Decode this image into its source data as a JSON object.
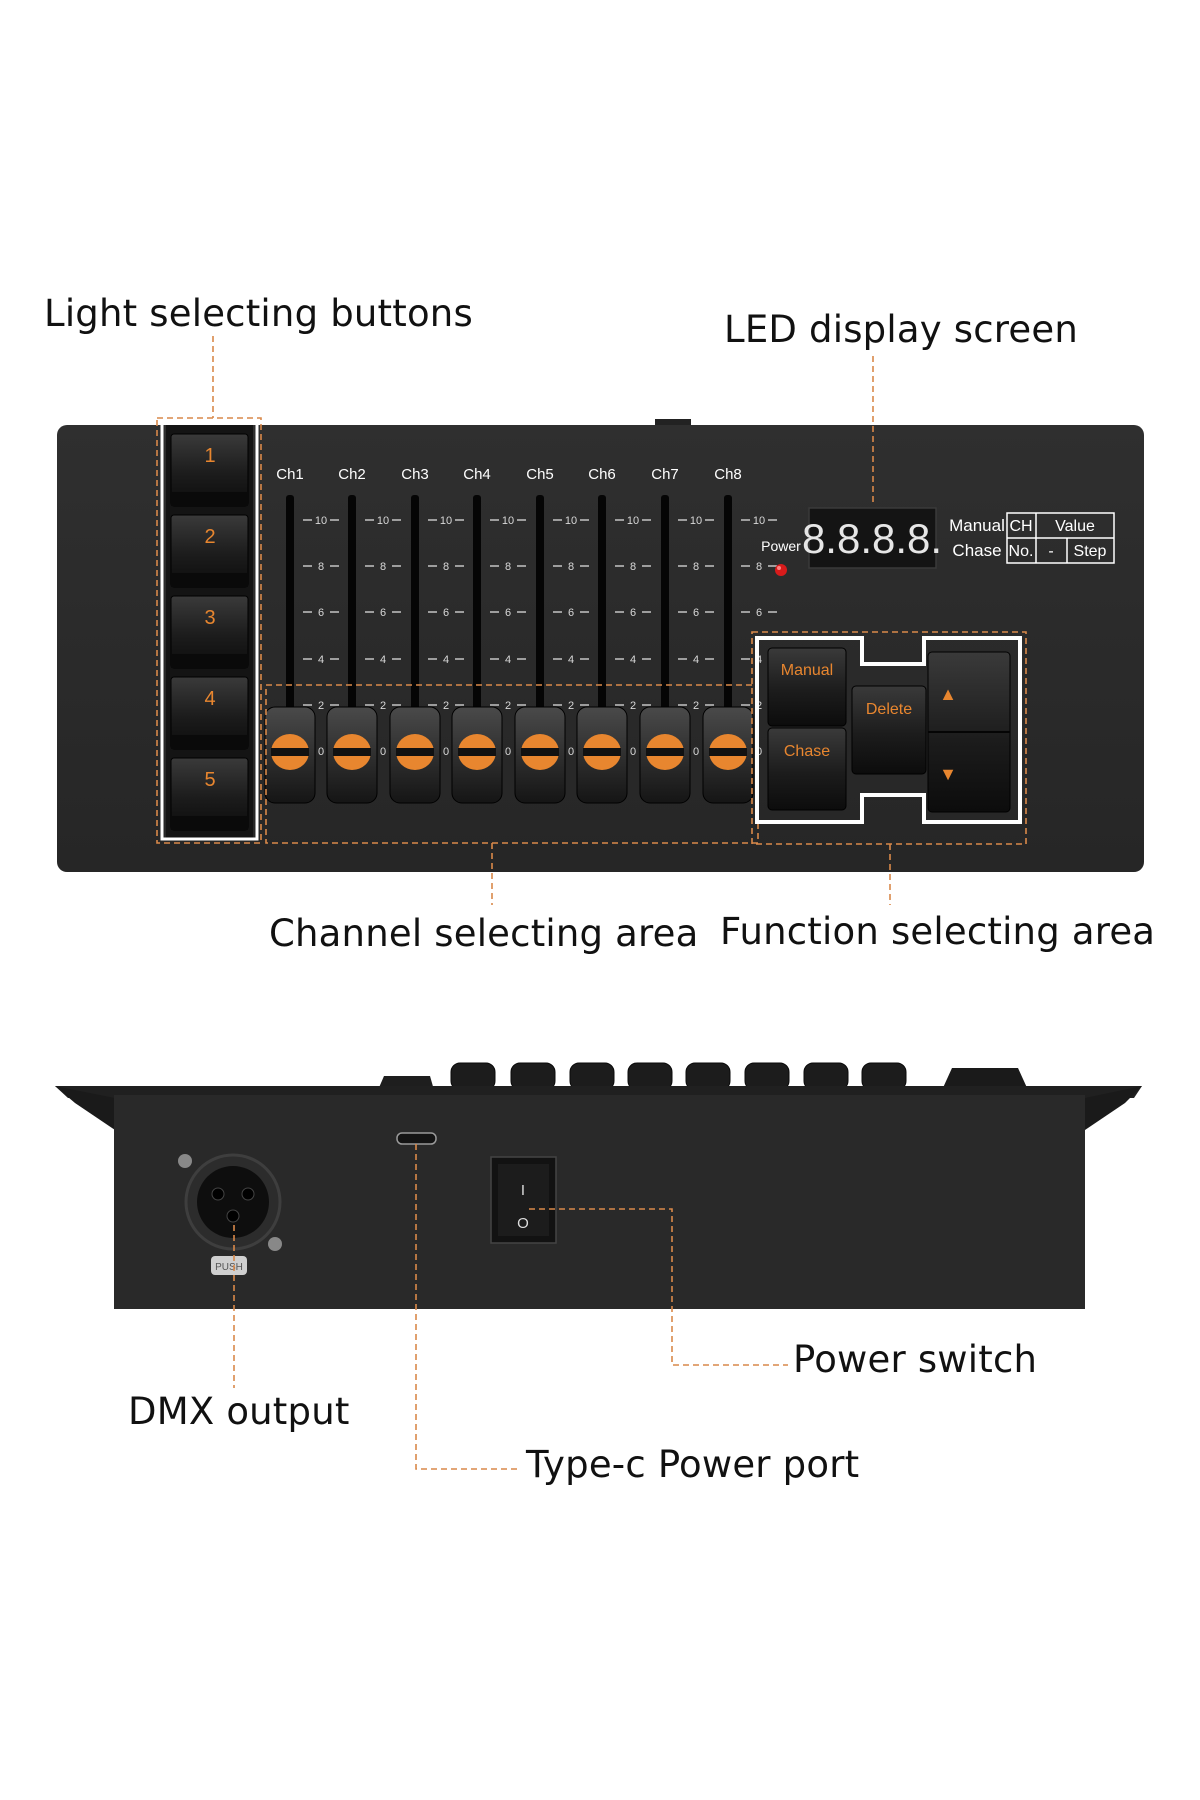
{
  "callouts": {
    "light_selecting": "Light selecting buttons",
    "led_display": "LED display screen",
    "channel_area": "Channel selecting area",
    "function_area": "Function selecting area",
    "dmx_output": "DMX output",
    "type_c": "Type-c Power port",
    "power_switch": "Power switch"
  },
  "panel": {
    "scene_buttons": [
      "1",
      "2",
      "3",
      "4",
      "5"
    ],
    "channels": [
      "Ch1",
      "Ch2",
      "Ch3",
      "Ch4",
      "Ch5",
      "Ch6",
      "Ch7",
      "Ch8"
    ],
    "scale": [
      "10",
      "8",
      "6",
      "4",
      "2",
      "0"
    ],
    "power_label": "Power",
    "led_digits": "8.8.8.8.",
    "mode_table": {
      "row1": [
        "Manual",
        "CH",
        "Value"
      ],
      "row2": [
        "Chase",
        "No.",
        "-",
        "Step"
      ]
    },
    "function_buttons": {
      "manual": "Manual",
      "chase": "Chase",
      "delete": "Delete",
      "up": "▲",
      "down": "▼"
    }
  },
  "side": {
    "switch_on": "I",
    "switch_off": "O",
    "xlr_tab": "PUSH"
  },
  "colors": {
    "accent_orange": "#E8862F",
    "dashed_orange": "#D9894A",
    "panel_body": "#2B2B2B",
    "highlight_white": "#FFFFFF"
  }
}
